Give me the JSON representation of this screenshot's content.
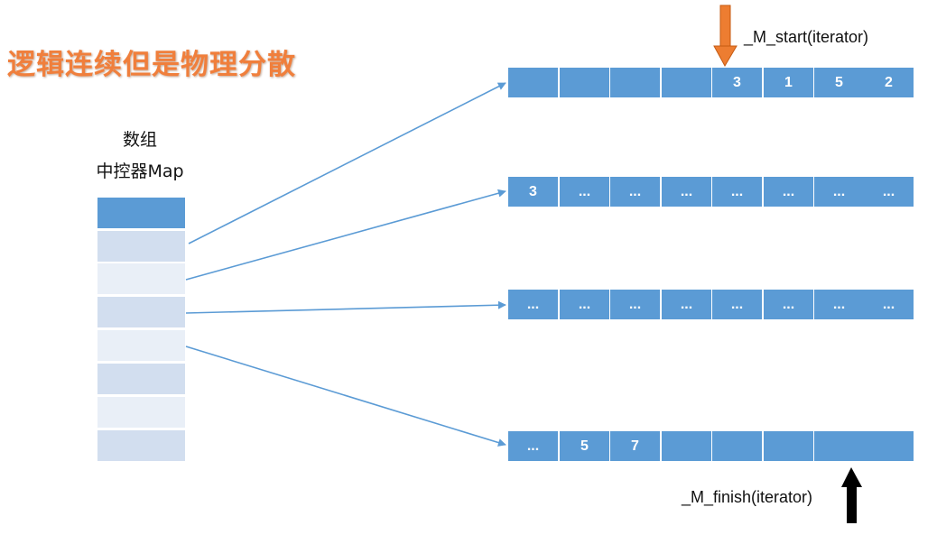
{
  "title": "逻辑连续但是物理分散",
  "map": {
    "caption_line1": "数组",
    "caption_line2": "中控器Map",
    "cell_count": 8
  },
  "buffers": [
    {
      "cells": [
        "",
        "",
        "",
        "",
        "3",
        "1",
        "5",
        "2"
      ]
    },
    {
      "cells": [
        "3",
        "...",
        "...",
        "...",
        "...",
        "...",
        "...",
        "..."
      ]
    },
    {
      "cells": [
        "...",
        "...",
        "...",
        "...",
        "...",
        "...",
        "...",
        "..."
      ]
    },
    {
      "cells": [
        "...",
        "5",
        "7",
        "",
        "",
        "",
        "",
        ""
      ]
    }
  ],
  "iterators": {
    "start": {
      "label": "_M_start(iterator)",
      "color": "#ed7d31"
    },
    "finish": {
      "label": "_M_finish(iterator)",
      "color": "#000000"
    }
  },
  "colors": {
    "cell_fill": "#5b9bd5",
    "arrow": "#5b9bd5",
    "title": "#f07f3c"
  }
}
